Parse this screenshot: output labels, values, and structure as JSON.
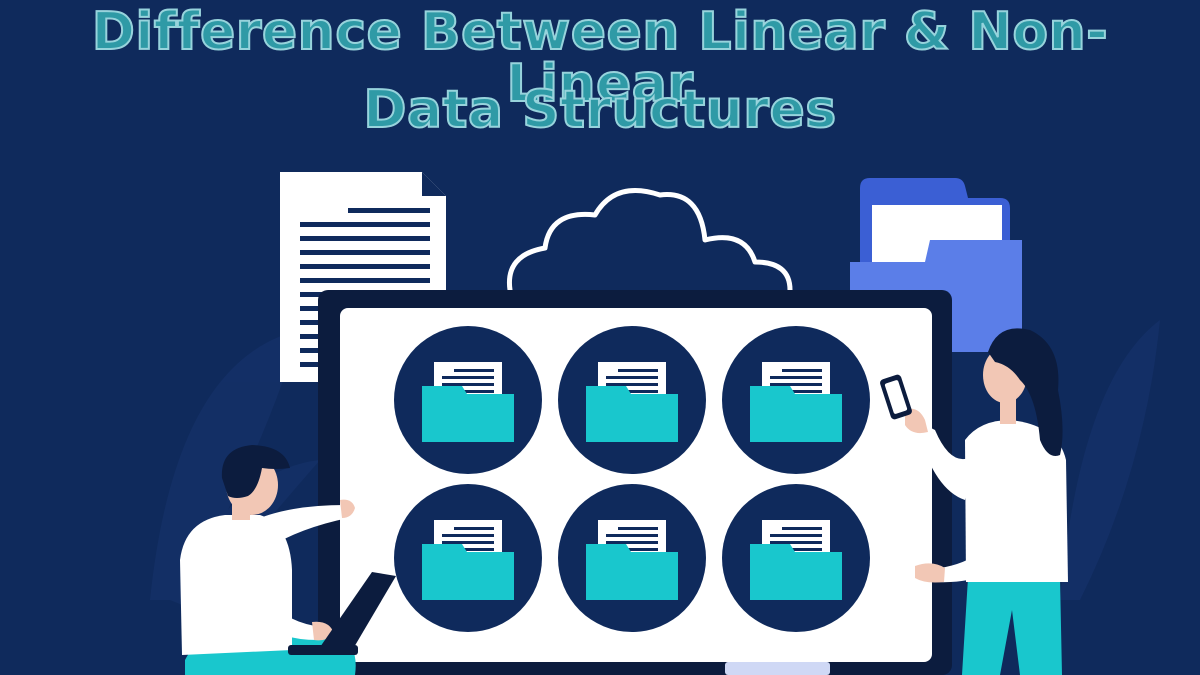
{
  "title": {
    "line1": "Difference Between Linear & Non-Linear",
    "line2": "Data Structures"
  },
  "colors": {
    "background": "#0f2a5c",
    "title_fill": "#2f9aa6",
    "title_stroke": "#97d3dc",
    "folder": "#19c7cd",
    "board": "#ffffff",
    "folder_circle": "#0f2a5c"
  },
  "scene": {
    "folder_grid": {
      "rows": 2,
      "columns": 3,
      "icon": "folder-with-document-icon"
    },
    "icons": [
      "document-icon",
      "cloud-icon",
      "folder-icon",
      "laptop-icon",
      "smartphone-icon"
    ],
    "people": [
      "person-with-laptop",
      "person-with-phone"
    ]
  }
}
